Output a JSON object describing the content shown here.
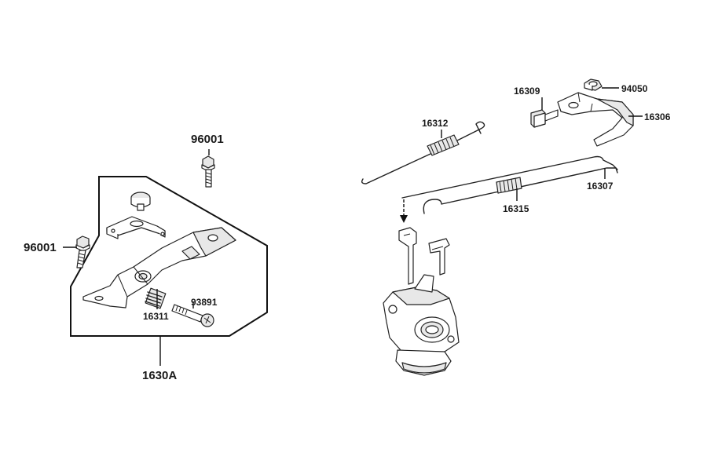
{
  "diagram": {
    "callouts": {
      "bolt_top": "96001",
      "bolt_left": "96001",
      "spring_small": "16311",
      "screw": "93891",
      "assembly": "1630A",
      "spring_link_upper": "16312",
      "block": "16309",
      "nut": "94050",
      "bracket": "16306",
      "rod_right": "16307",
      "spring_link_lower": "16315"
    }
  }
}
